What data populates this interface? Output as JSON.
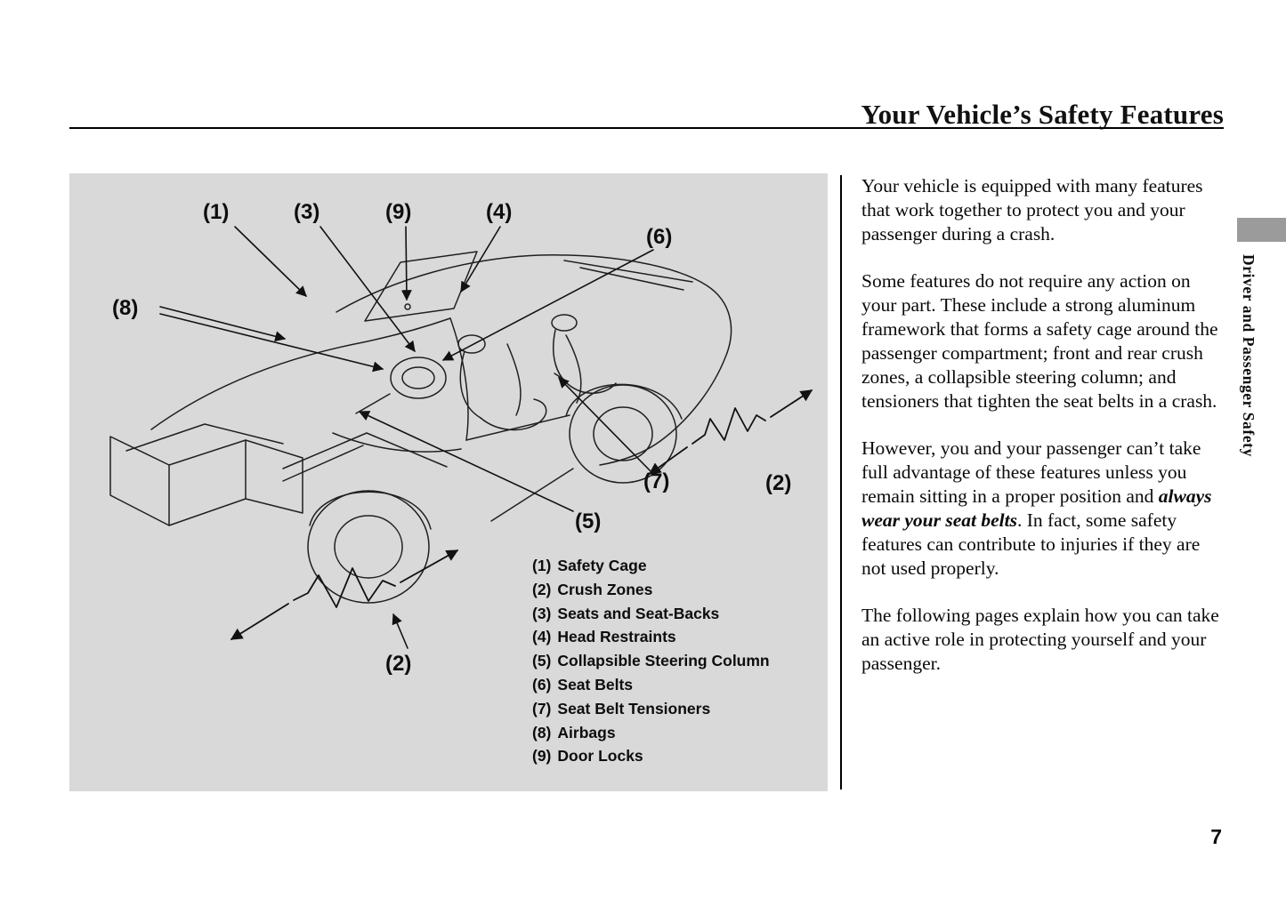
{
  "page": {
    "title": "Your Vehicle’s Safety Features",
    "page_number": "7",
    "side_tab": "Driver and Passenger Safety"
  },
  "colors": {
    "diagram_background": "#d9d9d9",
    "section_tab_gray": "#9b9b9b",
    "line_color": "#1f1f1f"
  },
  "diagram": {
    "callouts": [
      "(1)",
      "(3)",
      "(9)",
      "(4)",
      "(6)",
      "(8)",
      "(7)",
      "(2)",
      "(5)",
      "(2)"
    ],
    "legend": [
      {
        "num": "(1)",
        "label": "Safety Cage"
      },
      {
        "num": "(2)",
        "label": "Crush Zones"
      },
      {
        "num": "(3)",
        "label": "Seats and Seat-Backs"
      },
      {
        "num": "(4)",
        "label": "Head Restraints"
      },
      {
        "num": "(5)",
        "label": "Collapsible Steering Column"
      },
      {
        "num": "(6)",
        "label": "Seat Belts"
      },
      {
        "num": "(7)",
        "label": "Seat Belt Tensioners"
      },
      {
        "num": "(8)",
        "label": "Airbags"
      },
      {
        "num": "(9)",
        "label": "Door Locks"
      }
    ]
  },
  "content": {
    "p1": "Your vehicle is equipped with many features that work together to protect you and your passenger during a crash.",
    "p2": "Some features do not require any action on your part. These include a strong aluminum framework that forms a safety cage around the passenger compartment; front and rear crush zones, a collapsible steering column; and tensioners that tighten the seat belts in a crash.",
    "p3_before": "However, you and your passenger can’t take full advantage of these features unless you remain sitting in a proper position and ",
    "p3_emphasis": "always wear your seat belts",
    "p3_after": ". In fact, some safety features can contribute to injuries if they are not used properly.",
    "p4": "The following pages explain how you can take an active role in protecting yourself and your passenger."
  }
}
